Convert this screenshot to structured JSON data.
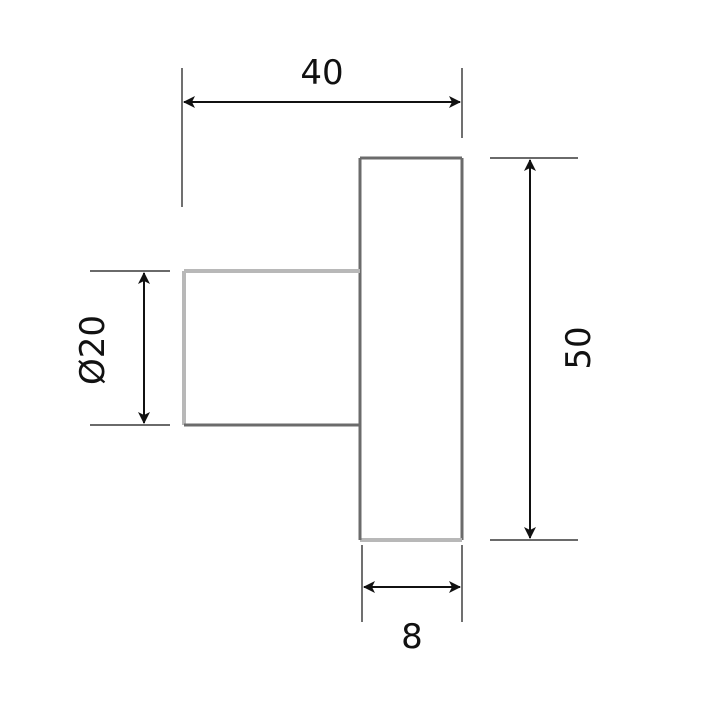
{
  "dimensions": {
    "width": "40",
    "height": "50",
    "diameter": "Ø20",
    "thickness": "8"
  },
  "colors": {
    "outline": "#6b6b6b",
    "outline_light": "#b8b8b8",
    "dimension": "#111111",
    "background": "#ffffff"
  }
}
